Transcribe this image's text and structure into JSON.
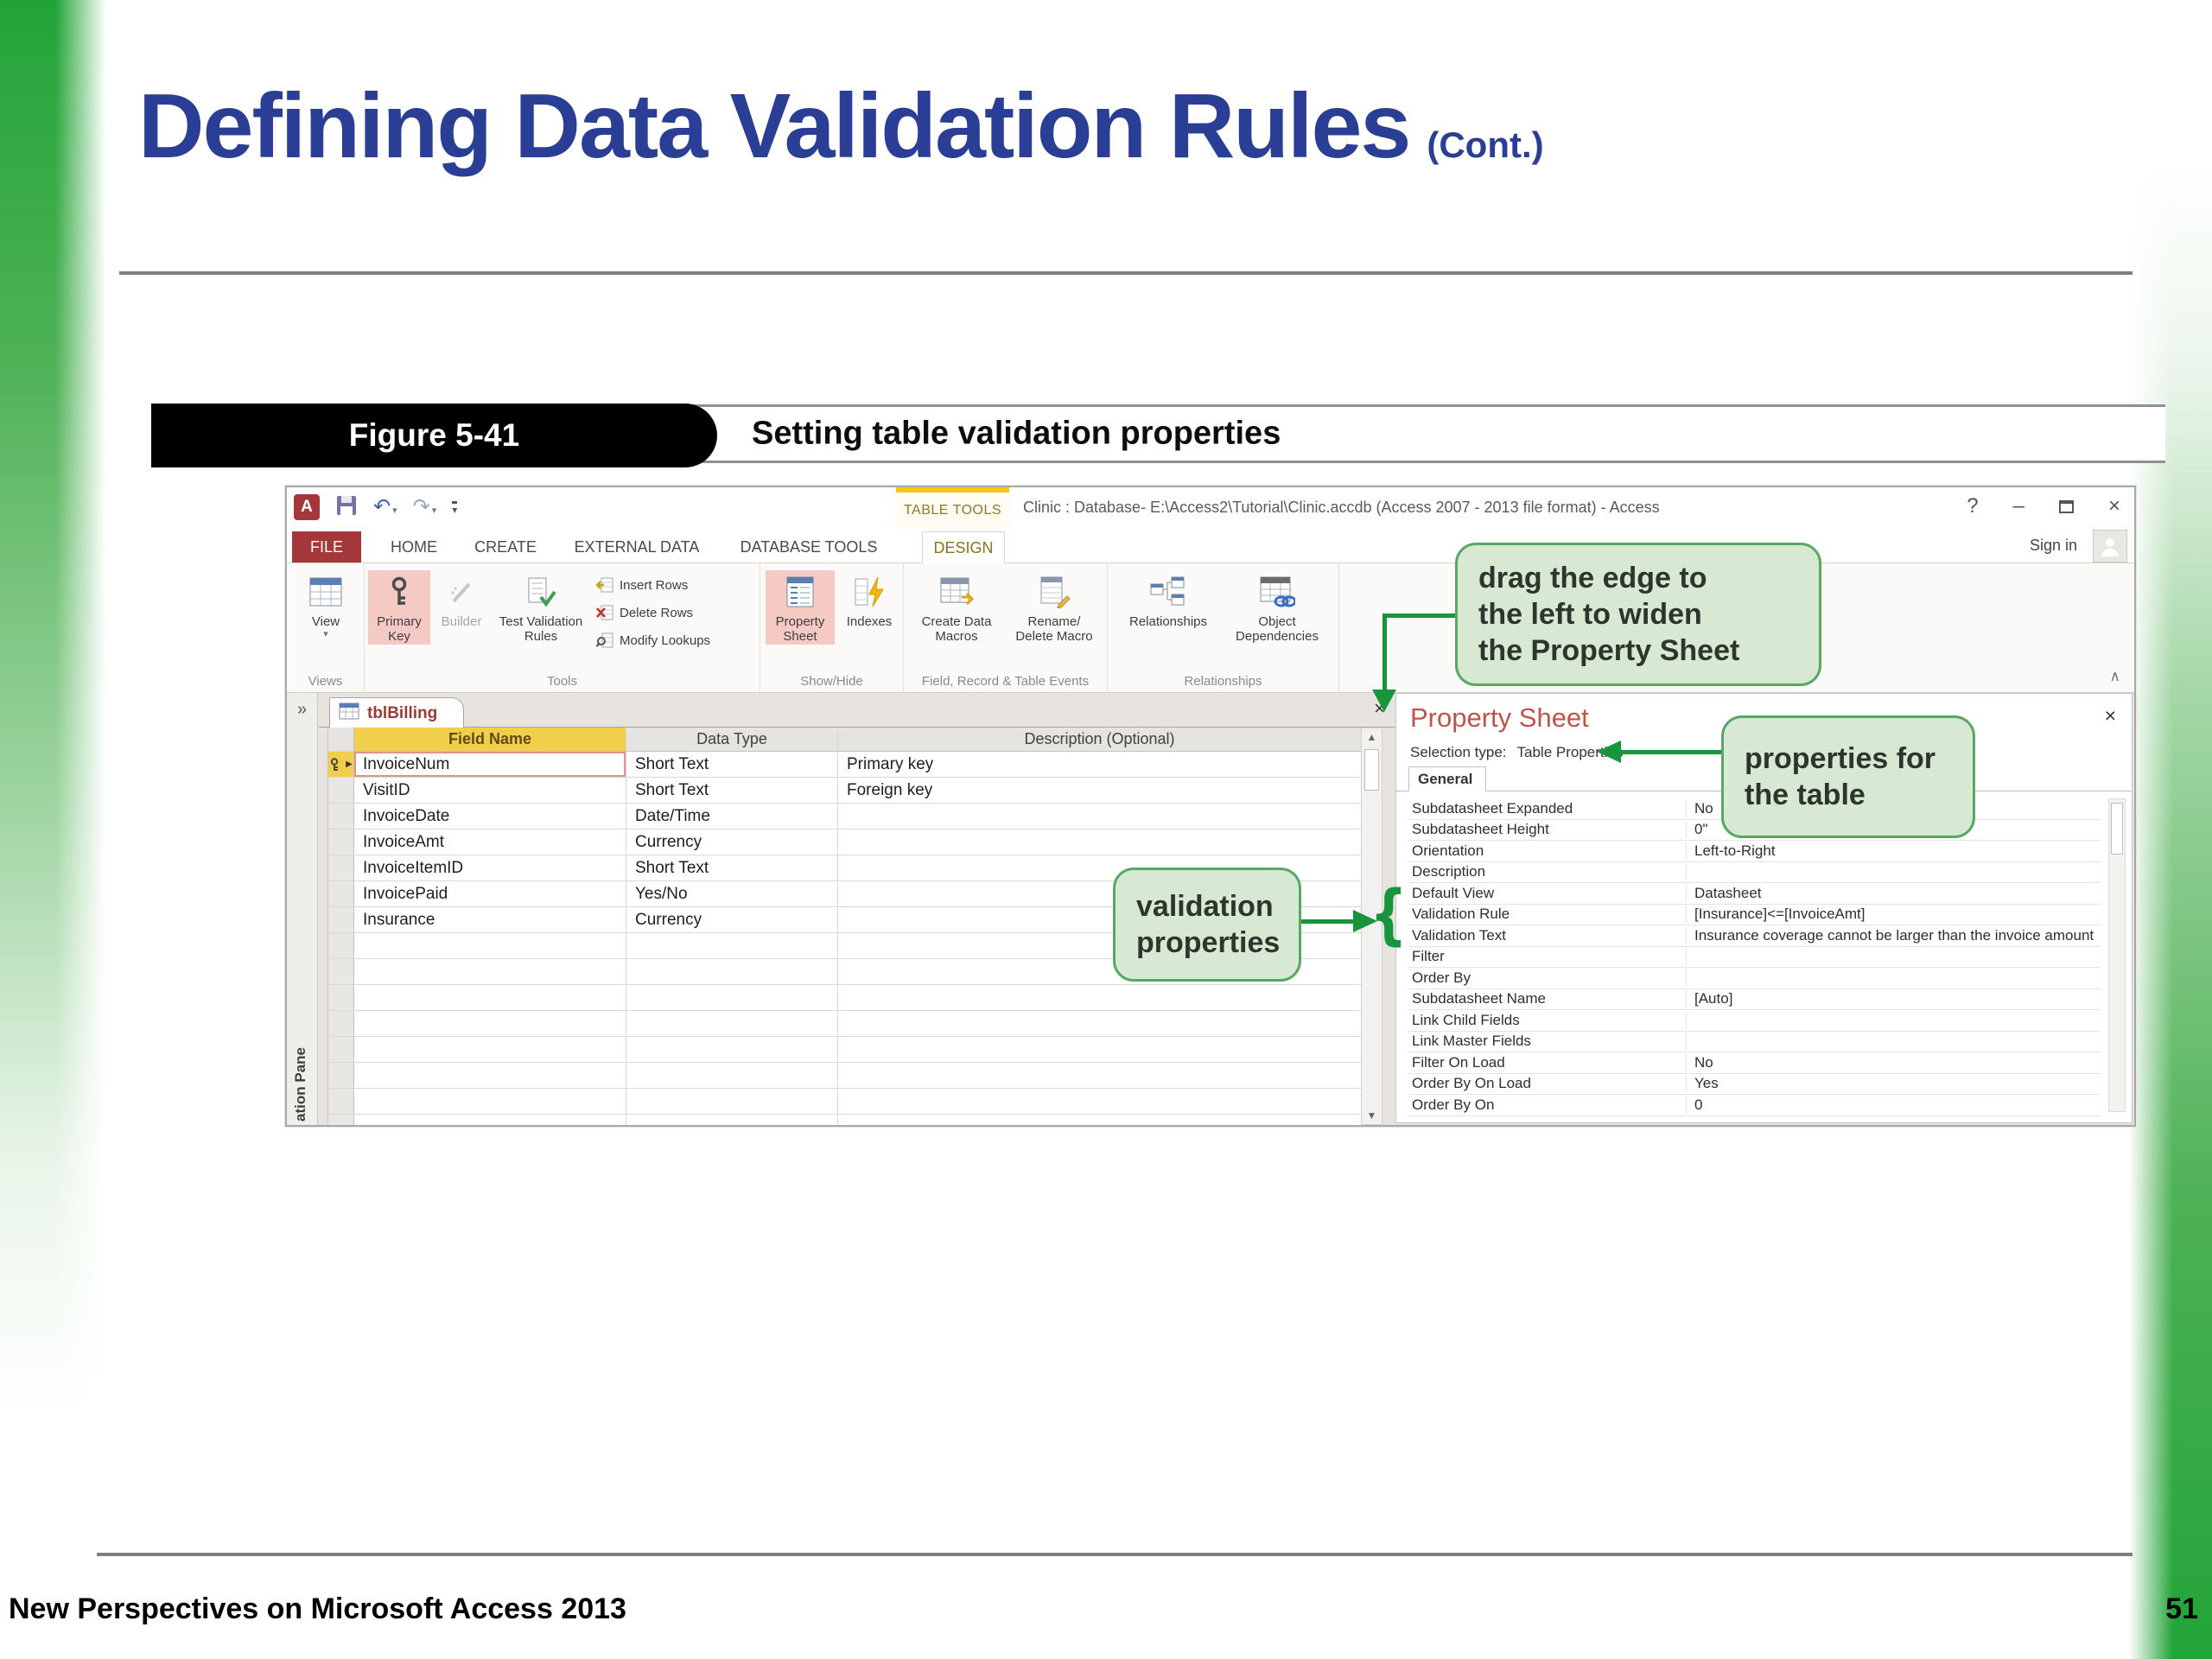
{
  "slide": {
    "title": "Defining Data Validation Rules",
    "title_suffix": "(Cont.)",
    "footer_text": "New Perspectives on Microsoft Access 2013",
    "page_number": "51",
    "accent_green": "#21a437",
    "title_color": "#2b3e95"
  },
  "figure": {
    "label": "Figure 5-41",
    "caption": "Setting table validation properties"
  },
  "titlebar": {
    "contextual_tab": "TABLE TOOLS",
    "window_title": "Clinic : Database- E:\\Access2\\Tutorial\\Clinic.accdb (Access 2007 - 2013 file format) - Access",
    "help_glyph": "?",
    "minimize_glyph": "–",
    "close_glyph": "×",
    "undo_glyph": "↶",
    "redo_glyph": "↷",
    "caret_glyph": "▾",
    "sign_in": "Sign in"
  },
  "tabs": {
    "file": "FILE",
    "home": "HOME",
    "create": "CREATE",
    "external": "EXTERNAL DATA",
    "dbtools": "DATABASE TOOLS",
    "design": "DESIGN"
  },
  "ribbon": {
    "view": "View",
    "view_caret": "▾",
    "primary_key": "Primary\nKey",
    "builder": "Builder",
    "test_validation": "Test Validation\nRules",
    "insert_rows": "Insert Rows",
    "delete_rows": "Delete Rows",
    "modify_lookups": "Modify Lookups",
    "property_sheet": "Property\nSheet",
    "indexes": "Indexes",
    "create_data_macros": "Create Data\nMacros",
    "rename_delete_macro": "Rename/\nDelete Macro",
    "relationships": "Relationships",
    "object_dependencies": "Object\nDependencies",
    "collapse_glyph": "∧",
    "groups": [
      "Views",
      "Tools",
      "Show/Hide",
      "Field, Record & Table Events",
      "Relationships"
    ]
  },
  "document": {
    "shutter_glyph": "»",
    "nav_pane_label": "ation Pane",
    "tab_name": "tblBilling",
    "close_glyph": "×",
    "scroll_up_glyph": "▲",
    "scroll_down_glyph": "▼",
    "columns": [
      "Field Name",
      "Data Type",
      "Description (Optional)"
    ],
    "fields": [
      {
        "name": "InvoiceNum",
        "type": "Short Text",
        "description": "Primary key",
        "primary_key": true,
        "selected": true
      },
      {
        "name": "VisitID",
        "type": "Short Text",
        "description": "Foreign key"
      },
      {
        "name": "InvoiceDate",
        "type": "Date/Time",
        "description": ""
      },
      {
        "name": "InvoiceAmt",
        "type": "Currency",
        "description": ""
      },
      {
        "name": "InvoiceItemID",
        "type": "Short Text",
        "description": ""
      },
      {
        "name": "InvoicePaid",
        "type": "Yes/No",
        "description": ""
      },
      {
        "name": "Insurance",
        "type": "Currency",
        "description": ""
      }
    ],
    "empty_row_count": 8
  },
  "property_sheet": {
    "title": "Property Sheet",
    "selection_type_label": "Selection type:",
    "selection_type_value": "Table Properties",
    "tab": "General",
    "close_glyph": "×",
    "rows": [
      [
        "Subdatasheet Expanded",
        "No"
      ],
      [
        "Subdatasheet Height",
        "0\""
      ],
      [
        "Orientation",
        "Left-to-Right"
      ],
      [
        "Description",
        ""
      ],
      [
        "Default View",
        "Datasheet"
      ],
      [
        "Validation Rule",
        "[Insurance]<=[InvoiceAmt]"
      ],
      [
        "Validation Text",
        "Insurance coverage cannot be larger than the invoice amount"
      ],
      [
        "Filter",
        ""
      ],
      [
        "Order By",
        ""
      ],
      [
        "Subdatasheet Name",
        "[Auto]"
      ],
      [
        "Link Child Fields",
        ""
      ],
      [
        "Link Master Fields",
        ""
      ],
      [
        "Filter On Load",
        "No"
      ],
      [
        "Order By On Load",
        "Yes"
      ],
      [
        "Order By On",
        "0"
      ]
    ]
  },
  "callouts": {
    "drag_edge": "drag the edge to\nthe left to widen\nthe Property Sheet",
    "properties_for": "properties for\nthe table",
    "validation": "validation\nproperties",
    "brace_glyph": "{",
    "green": "#17953c"
  }
}
